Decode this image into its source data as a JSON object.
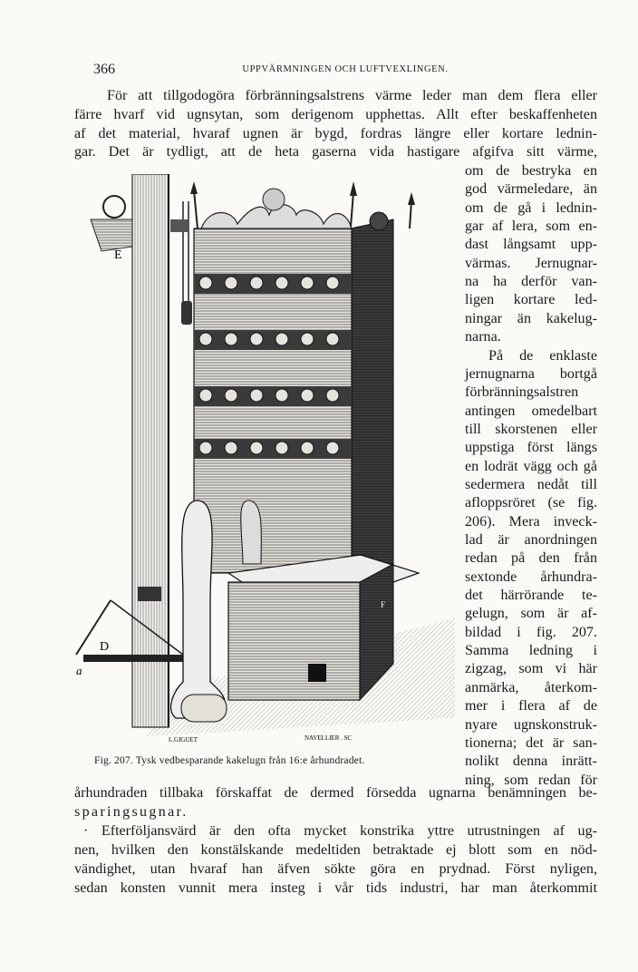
{
  "header": {
    "page_number": "366",
    "running_title": "UPPVÄRMNINGEN OCH LUFTVEXLINGEN."
  },
  "paragraph1": {
    "lines": [
      "För att tillgodogöra förbränningsalstrens värme leder man dem flera eller",
      "färre hvarf vid ugnsytan, som derigenom upphettas. Allt efter beskaffenheten",
      "af det material, hvaraf ugnen är bygd, fordras längre eller kortare lednin-",
      "gar. Det är tydligt, att de heta gaserna vida hastigare afgifva sitt värme,"
    ]
  },
  "side_column": {
    "lines": [
      "om de bestryka en",
      "god värmeledare, än",
      "om de gå i lednin-",
      "gar af lera, som en-",
      "dast långsamt upp-",
      "värmas. Jernugnar-",
      "na ha derför van-",
      "ligen kortare led-",
      "ningar än kakelug-",
      "narna.",
      "På de enklaste",
      "jernugnarna bortgå",
      "förbränningsalstren",
      "antingen omedelbart",
      "till skorstenen eller",
      "uppstiga först längs",
      "en lodrät vägg och gå",
      "sedermera nedåt till",
      "afloppsröret (se fig.",
      "206). Mera inveck-",
      "lad är anordningen",
      "redan på den från",
      "sextonde århundra-",
      "det härrörande te-",
      "gelugn, som är af-",
      "bildad i fig. 207.",
      "Samma ledning i",
      "zigzag, som vi här",
      "anmärka, återkom-",
      "mer i flera af de",
      "nyare ugnskonstruk-",
      "tionerna; det är san-",
      "nolikt denna inrätt-",
      "ning, som redan för"
    ]
  },
  "figure": {
    "caption": "Fig. 207. Tysk vedbesparande kakelugn från 16:e århundradet.",
    "letter_E": "E",
    "letter_D": "D",
    "letter_a": "a",
    "letter_F": "F",
    "signature_left": "L.GIGUET",
    "signature_right": "NAVELLIER . SC"
  },
  "paragraph2": {
    "line1": "århundraden tillbaka förskaffat de dermed försedda ugnarna benämningen be-",
    "line2": "sparingsugnar."
  },
  "paragraph3": {
    "lines": [
      "· Efterföljansvärd är den ofta mycket konstrika yttre utrustningen af ug-",
      "nen, hvilken den konstälskande medeltiden betraktade ej blott som en nöd-",
      "vändighet, utan hvaraf han äfven sökte göra en prydnad. Först nyligen,",
      "sedan konsten vunnit mera insteg i vår tids industri, har man återkommit"
    ]
  }
}
